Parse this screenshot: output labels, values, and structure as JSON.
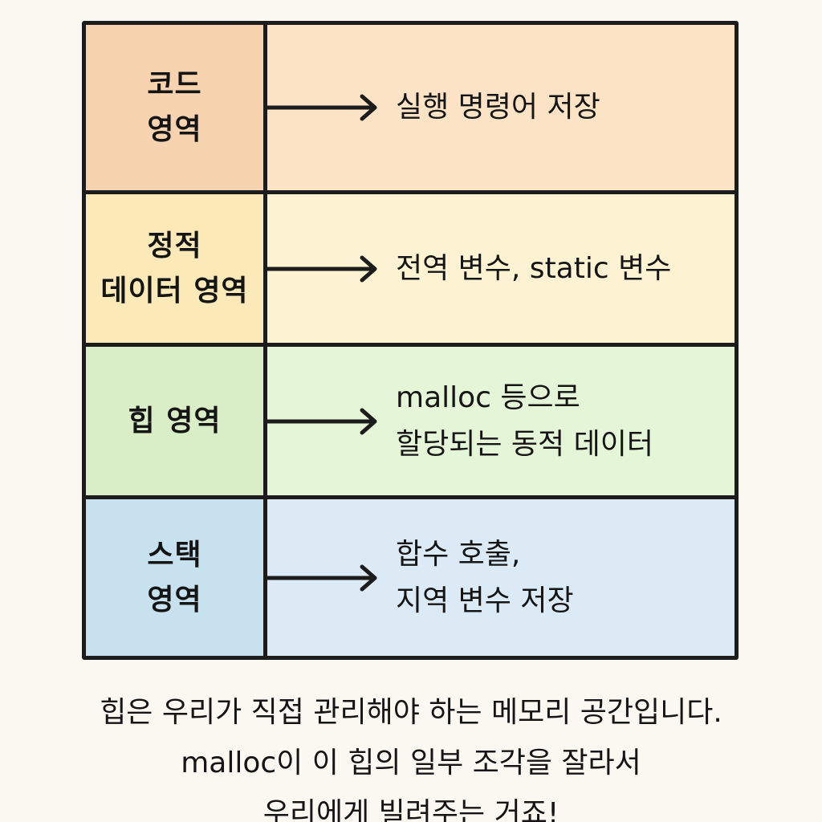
{
  "colors": {
    "border": "#1c1c1c",
    "code_label_bg": "#f8d3b0",
    "code_desc_bg": "#fde3c6",
    "static_label_bg": "#fbeab8",
    "static_desc_bg": "#fdf3d2",
    "heap_label_bg": "#d9eec6",
    "heap_desc_bg": "#e4f5d8",
    "stack_label_bg": "#c7e1ee",
    "stack_desc_bg": "#dceaf5",
    "page_bg": "#fbf8f2"
  },
  "rows": [
    {
      "label": "코드\n영역",
      "arrow_icon": "arrow-right-icon",
      "description": "실행 명령어 저장"
    },
    {
      "label": "정적\n데이터 영역",
      "arrow_icon": "arrow-right-icon",
      "description": "전역 변수, static 변수"
    },
    {
      "label": "힙 영역",
      "arrow_icon": "arrow-right-icon",
      "description": "malloc 등으로\n할당되는 동적 데이터"
    },
    {
      "label": "스택\n영역",
      "arrow_icon": "arrow-right-icon",
      "description": "합수 호출,\n지역 변수 저장"
    }
  ],
  "footer": {
    "lines": [
      "힙은 우리가 직접 관리해야 하는 메모리 공간입니다.",
      "malloc이 이 힙의 일부 조각을 잘라서",
      "우리에게 빌려주는 거죠!"
    ]
  }
}
